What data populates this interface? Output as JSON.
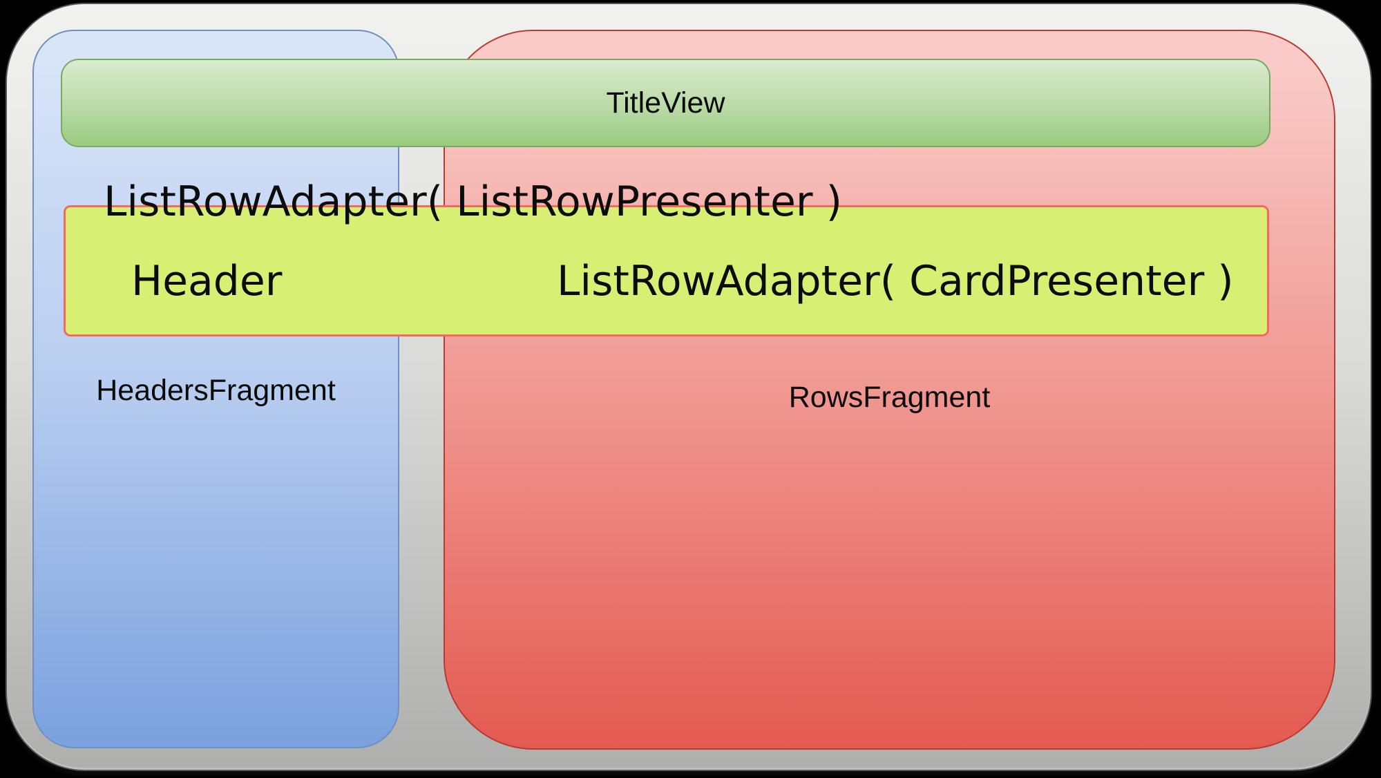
{
  "diagram": {
    "title_view_label": "TitleView",
    "headers_fragment_label": "HeadersFragment",
    "rows_fragment_label": "RowsFragment",
    "list_row_adapter_presenter_label": "ListRowAdapter( ListRowPresenter )",
    "header_label": "Header",
    "list_row_adapter_card_label": "ListRowAdapter( CardPresenter )"
  },
  "colors": {
    "background": "#000000",
    "text": "#0c0c0c",
    "frame_top": "#F2F2F0",
    "frame_bottom": "#AEAEAC",
    "headers_box_top": "#DBE6F8",
    "headers_box_bottom": "#7AA1DE",
    "headers_box_border": "#6E90C5",
    "rows_box_top": "#F9CAC7",
    "rows_box_bottom": "#E35A51",
    "rows_box_border": "#BA3A31",
    "title_bar_top": "#D9EBD0",
    "title_bar_bottom": "#9ACB80",
    "title_bar_border": "#76AB5D",
    "band_fill": "#D8EF73",
    "band_border": "#F4695F"
  }
}
